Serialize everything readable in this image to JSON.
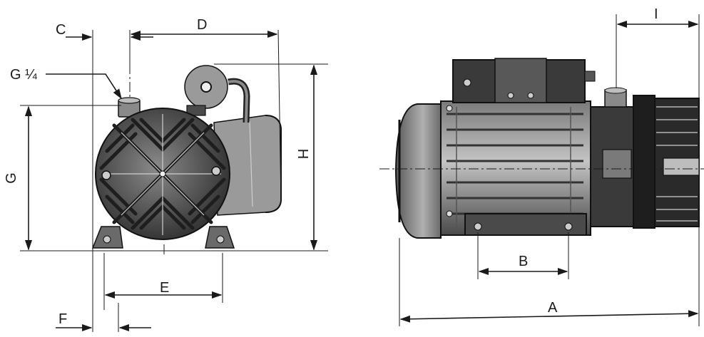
{
  "labels": {
    "A": "A",
    "B": "B",
    "C": "C",
    "D": "D",
    "E": "E",
    "F": "F",
    "G": "G",
    "H": "H",
    "I": "I",
    "port": "G ¼"
  },
  "colors": {
    "line": "#1a1a1a",
    "body_dark": "#3c3c3c",
    "body_mid": "#6a6a6a",
    "body_light": "#9a9a9a",
    "background": "#ffffff"
  }
}
